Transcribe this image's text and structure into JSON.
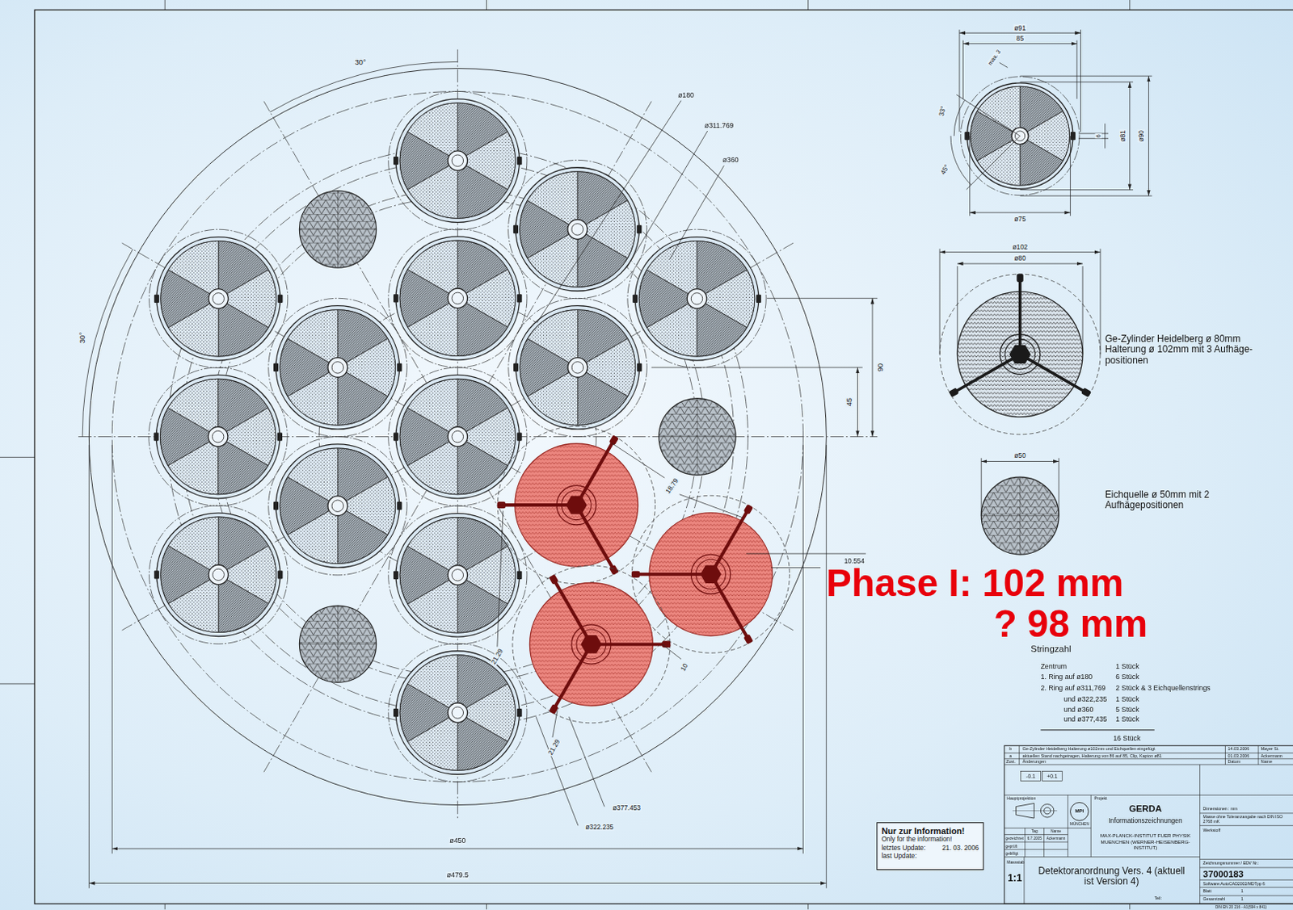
{
  "diagram": {
    "nodes": [
      {
        "text": [
          "Nur zur Information!",
          "Only for the information!",
          "letztes Update: last Update:",
          "21. 03. 2006"
        ]
      }
    ],
    "labels": [
      "30°",
      "30°",
      "ø180",
      "ø311.769",
      "ø360",
      "90",
      "45",
      "18.79",
      "10.554",
      "21.29",
      "10",
      "21.29",
      "ø377.453",
      "ø322.235",
      "ø450",
      "ø479.5",
      "ø91",
      "85",
      "max. 3",
      "33°",
      "45°",
      "6",
      "ø81",
      "ø90",
      "ø75",
      "ø102",
      "ø80",
      "Ge-Zylinder Heidelberg ø 80mm Halterung ø 102mm mit 3 Aufhäge- positionen",
      "ø50",
      "Eichquelle ø 50mm mit 2 Aufhägepositionen",
      "Phase I: 102 mm",
      "? 98 mm",
      "Stringzahl",
      "Zentrum",
      "1 Stück",
      "1. Ring auf ø180",
      "6 Stück",
      "2. Ring auf ø311,769",
      "2 Stück & 3 Eichquellenstrings",
      "und ø322,235",
      "1 Stück",
      "und ø360",
      "5 Stück",
      "und ø377,435",
      "1 Stück",
      "16 Stück",
      "b",
      "Ge-Zylinder Heidelberg Halterung ø102mm und Eichquellen eingefügt",
      "14.03.2006",
      "Mayer St.",
      "a",
      "aktuellen Stand nachgetragen, Halterung von 86 auf 85, Clip, Kapton ø81",
      "01.03.2006",
      "Ackermann",
      "Zust.",
      "Änderungen",
      "Datum",
      "Name",
      "-0.1",
      "+0.1",
      "Hauptprojektion",
      "MPI",
      "MÜNCHEN",
      "Projekt",
      "GERDA",
      "Informationszeichnungen",
      "Dimensionen : mm",
      "Masse ohne Toleranzangabe nach DIN ISO 2768 mK",
      "Werkstoff",
      "Tag",
      "Name",
      "gezeichnet",
      "6.7.2005",
      "Ackermann",
      "geprüft",
      "gebilligt",
      "MAX-PLANCK-INSTITUT FUER PHYSIK MUENCHEN (WERNER-HEISENBERG-INSTITUT)",
      "Massstab",
      "1:1",
      "Detektoranordnung Vers. 4 (aktuell ist Version 4)",
      "Teil:",
      "Zeichnungsnummer / EDV Nr.:",
      "37000183",
      "Software:AutoCAD2002/MDTpp 6",
      "Blatt",
      "1",
      "Gesamtzahl",
      "1",
      "DIN EN 20 216 - A1(594 x 841)"
    ]
  }
}
